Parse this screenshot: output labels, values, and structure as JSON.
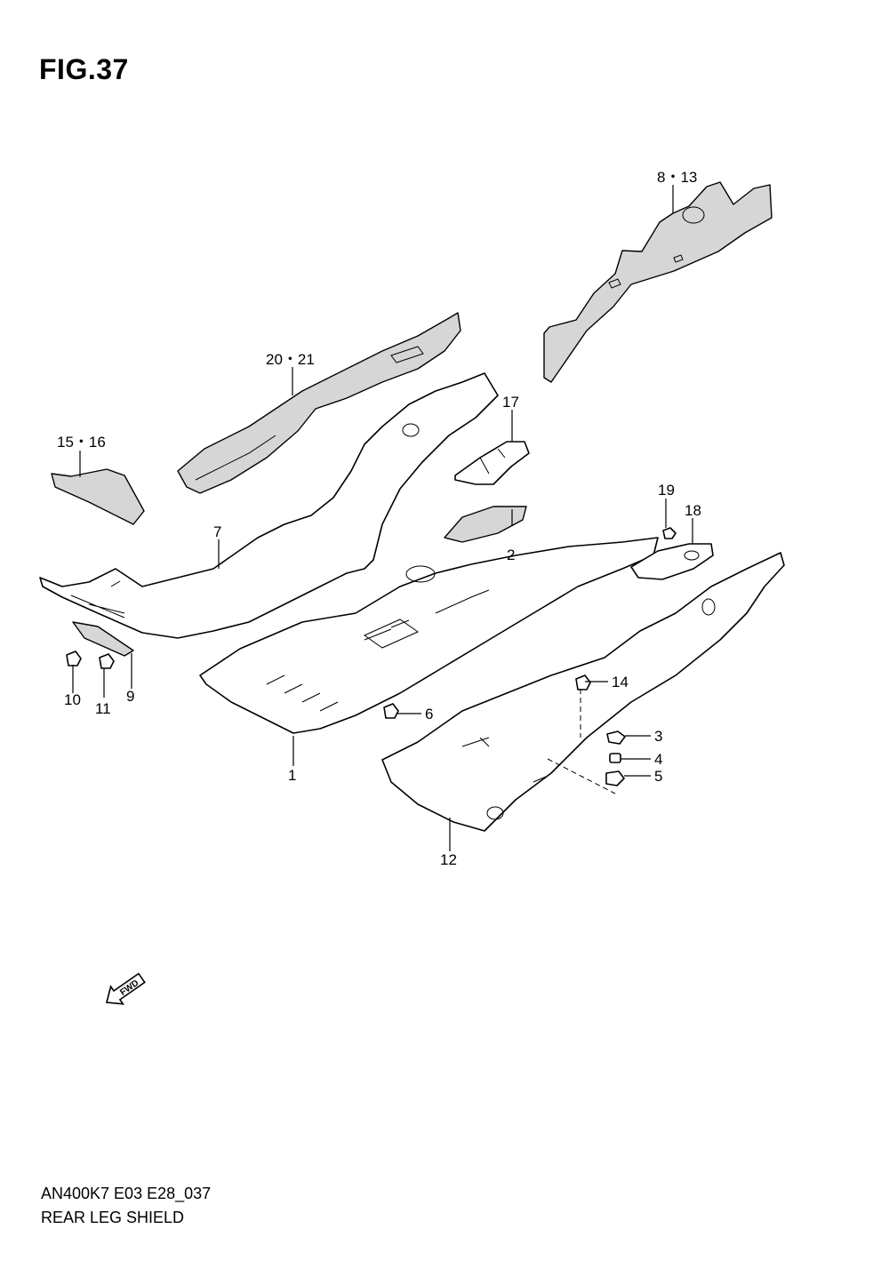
{
  "figure": {
    "title": "FIG.37",
    "code": "AN400K7 E03 E28_037",
    "name": "REAR LEG SHIELD"
  },
  "fwd_arrow": {
    "label": "FWD",
    "icon": "fwd-arrow-icon"
  },
  "callouts": {
    "p1": "1",
    "p2": "2",
    "p3": "3",
    "p4": "4",
    "p5": "5",
    "p6": "6",
    "p7": "7",
    "p8_13": "8・13",
    "p9": "9",
    "p10": "10",
    "p11": "11",
    "p12": "12",
    "p14": "14",
    "p15_16": "15・16",
    "p17": "17",
    "p18": "18",
    "p19": "19",
    "p20_21": "20・21"
  }
}
